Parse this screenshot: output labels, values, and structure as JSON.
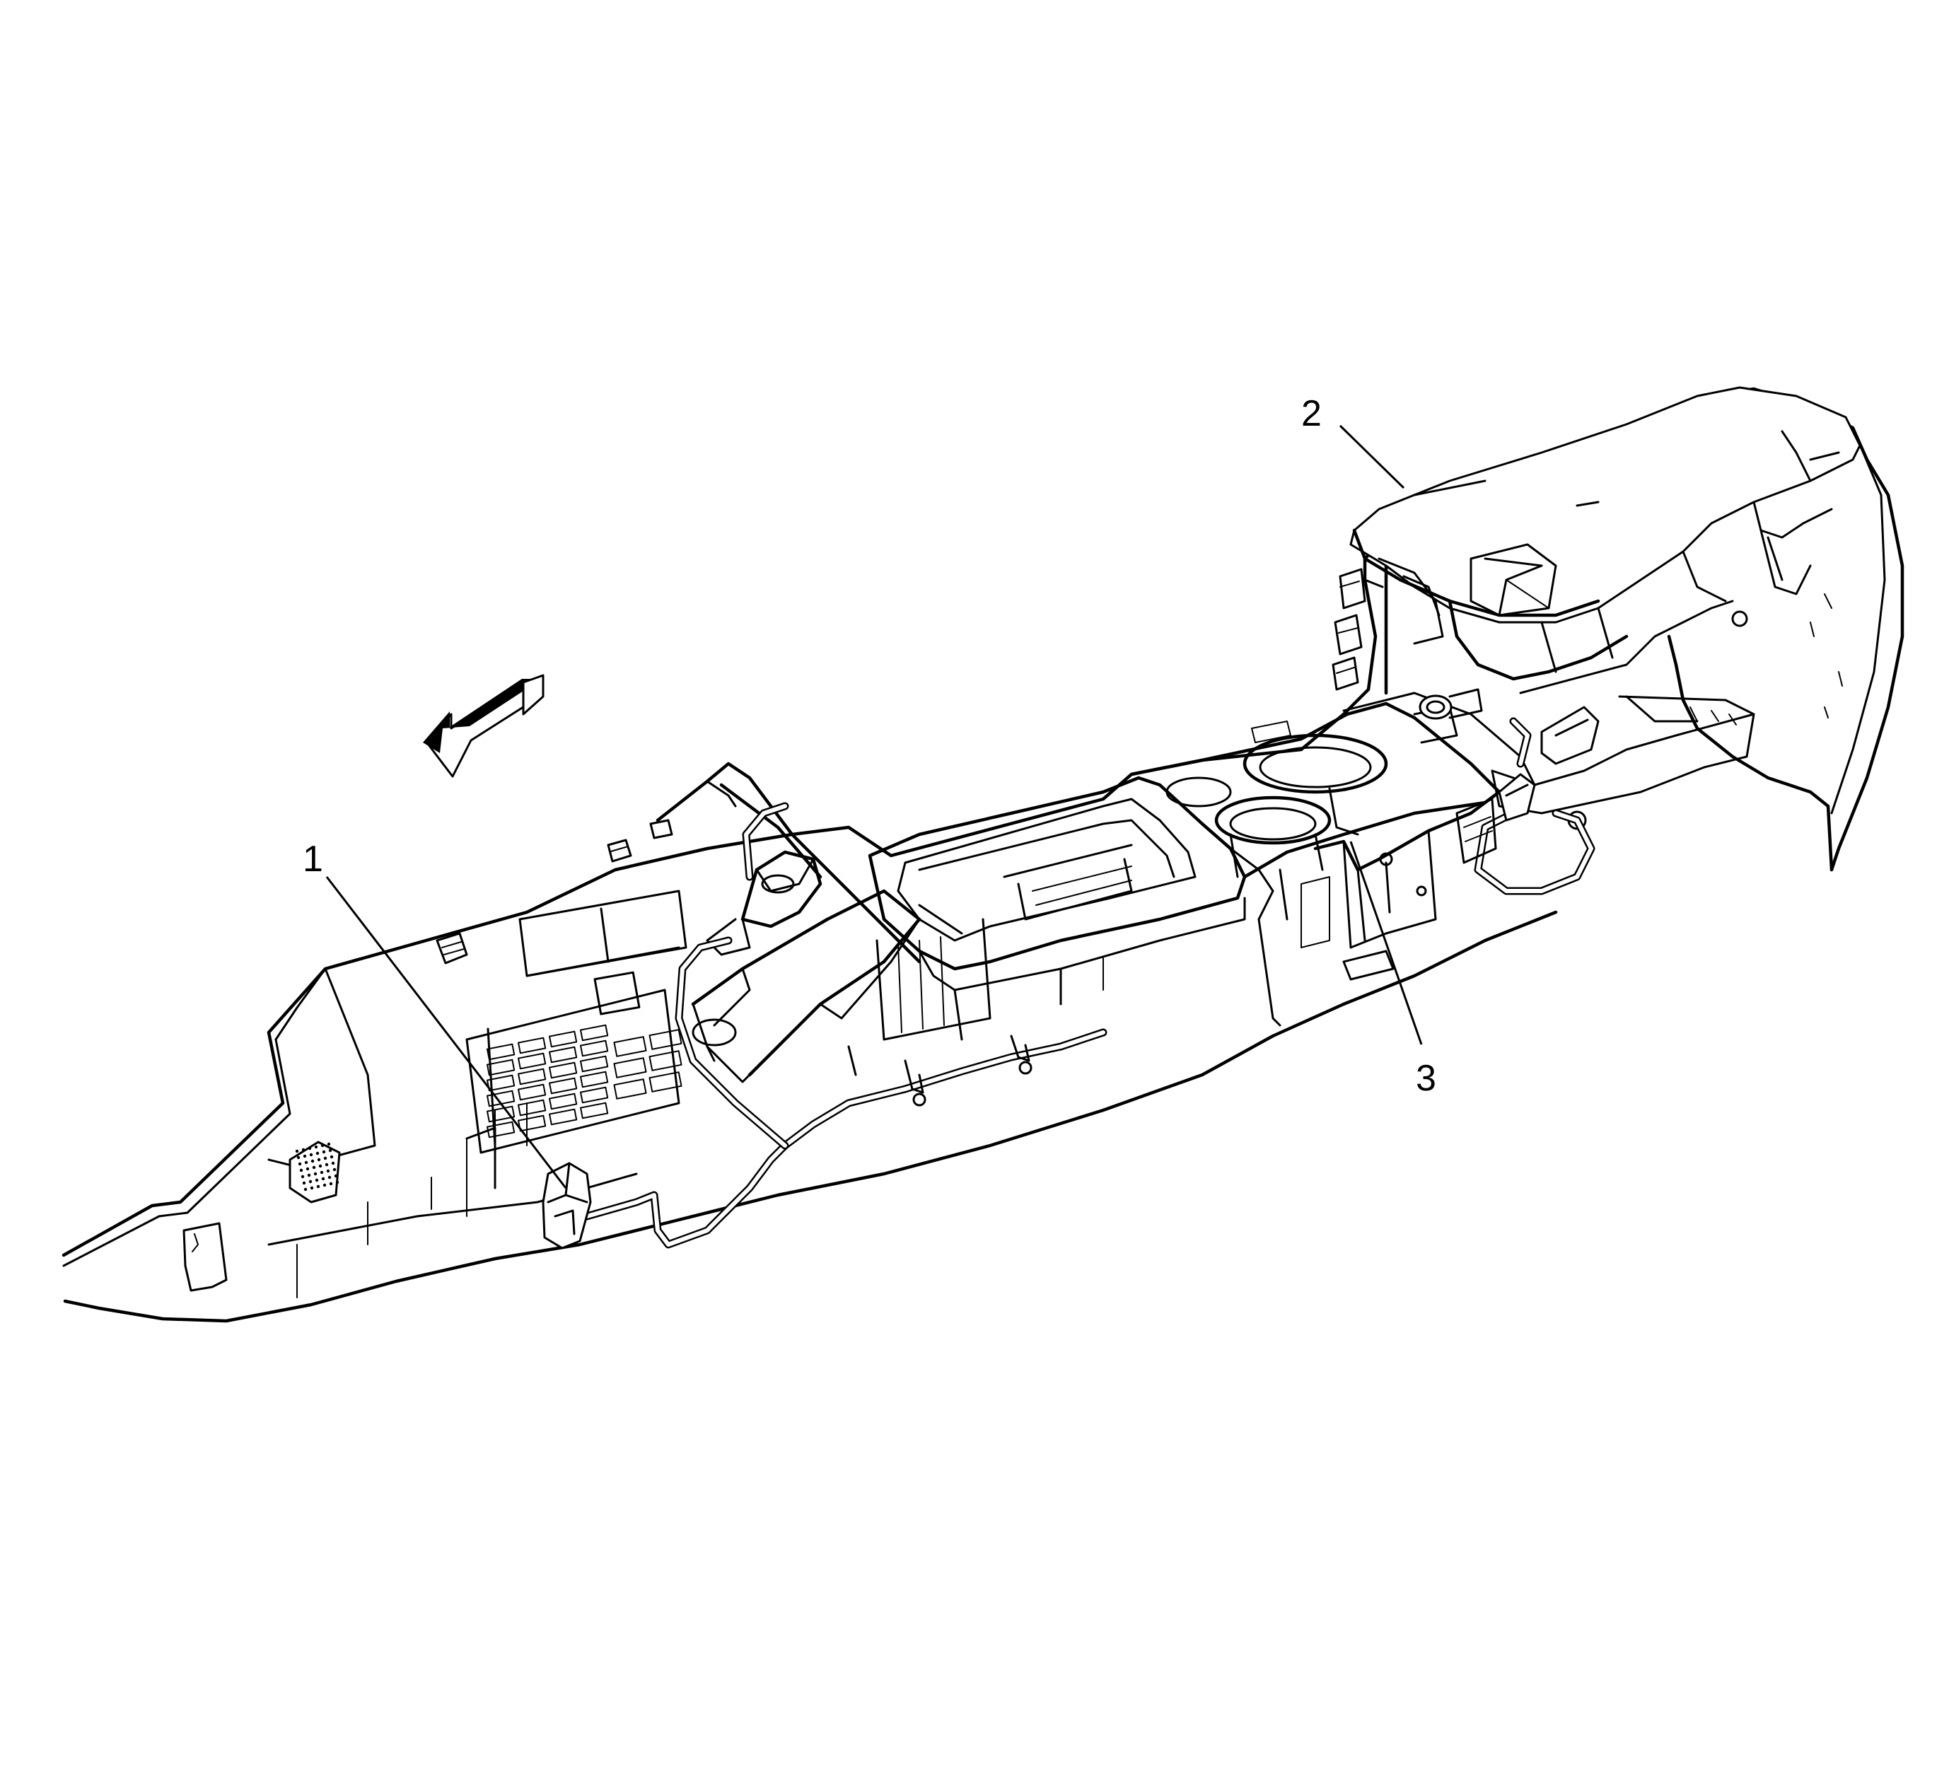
{
  "diagram": {
    "callouts": [
      {
        "id": "1",
        "label": "1"
      },
      {
        "id": "2",
        "label": "2"
      },
      {
        "id": "3",
        "label": "3"
      }
    ],
    "icons": {
      "direction_arrow": "forward-direction-arrow-icon"
    },
    "colors": {
      "line": "#000000",
      "background": "#ffffff"
    }
  }
}
